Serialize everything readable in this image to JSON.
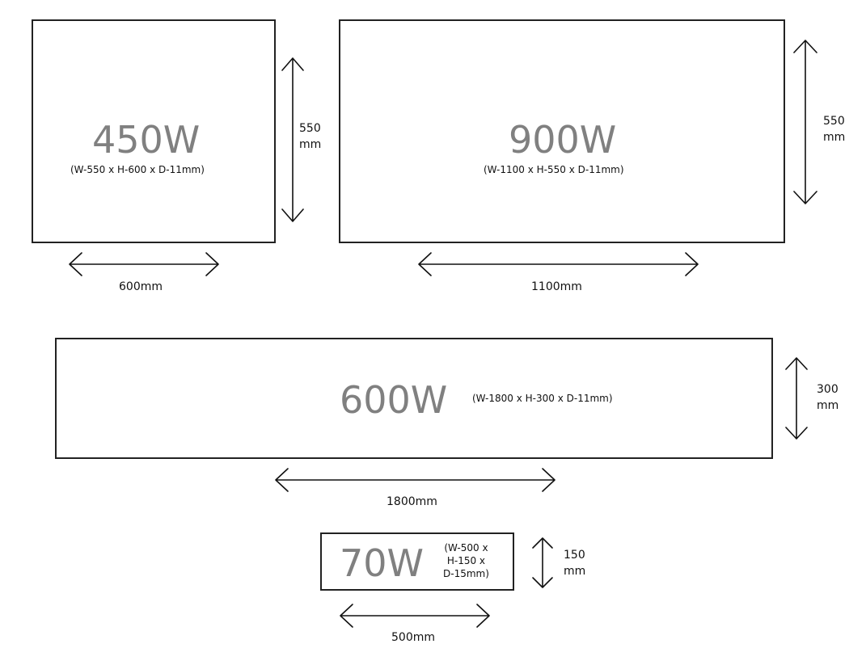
{
  "panels": [
    {
      "power": "450W",
      "spec": "(W-550 x H-600 x D-11mm)",
      "width_label": "600mm",
      "height_label": [
        "550",
        "mm"
      ]
    },
    {
      "power": "900W",
      "spec": "(W-1100 x H-550 x D-11mm)",
      "width_label": "1100mm",
      "height_label": [
        "550",
        "mm"
      ]
    },
    {
      "power": "600W",
      "spec": "(W-1800 x H-300 x D-11mm)",
      "width_label": "1800mm",
      "height_label": [
        "300",
        "mm"
      ]
    },
    {
      "power": "70W",
      "spec_lines": [
        "(W-500 x",
        "H-150 x",
        "D-15mm)"
      ],
      "width_label": "500mm",
      "height_label": [
        "150",
        "mm"
      ]
    }
  ]
}
